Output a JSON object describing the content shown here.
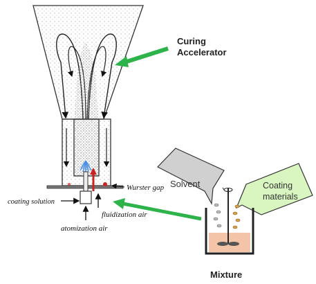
{
  "labels": {
    "curing_accelerator_line1": "Curing",
    "curing_accelerator_line2": "Accelerator",
    "wurster_gap": "Wurster gap",
    "coating_solution": "coating solution",
    "fluidization_air": "fluidization air",
    "atomization_air": "atomization air",
    "solvent": "Solvent",
    "coating_materials_line1": "Coating",
    "coating_materials_line2": "materials",
    "mixture": "Mixture"
  },
  "colors": {
    "accent_green": "#2db34a",
    "callout_green_fill": "#d9f5c0",
    "callout_gray_fill": "#d0d0d0",
    "liquid_fill": "#f3c4a8",
    "air_red": "#cc2222",
    "spray_blue": "#4a90e2"
  },
  "icons": {
    "stirrer": "stirrer-icon",
    "spray_nozzle": "spray-nozzle-icon"
  }
}
